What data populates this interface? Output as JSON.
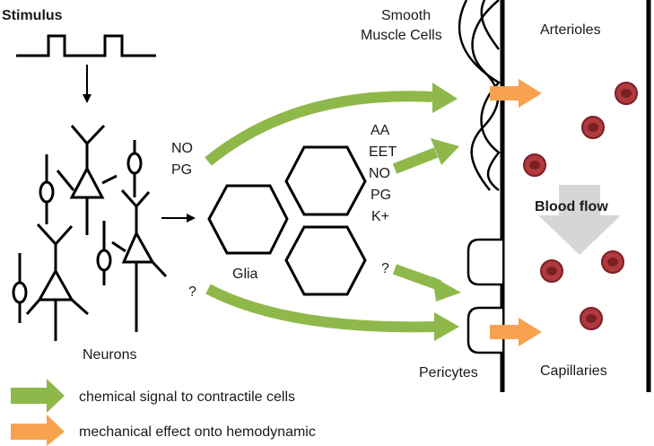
{
  "labels": {
    "stimulus": "Stimulus",
    "smooth_line1": "Smooth",
    "smooth_line2": "Muscle Cells",
    "arterioles": "Arterioles",
    "no_left": "NO",
    "pg_left": "PG",
    "glia": "Glia",
    "neurons": "Neurons",
    "question_left": "?",
    "question_right": "?",
    "pericytes": "Pericytes",
    "capillaries": "Capillaries",
    "blood_flow": "Blood flow",
    "factors": [
      "AA",
      "EET",
      "NO",
      "PG",
      "K+"
    ]
  },
  "legend": {
    "green_label": "chemical signal to contractile cells",
    "orange_label": "mechanical effect onto hemodynamic"
  },
  "colors": {
    "green_arrow": "#8fb84a",
    "orange_arrow": "#f7a24f",
    "blood_cell": "#b03a3e",
    "blood_cell_inner": "#7a1f24",
    "flow_arrow": "#d6d6d6",
    "line": "#000000"
  }
}
